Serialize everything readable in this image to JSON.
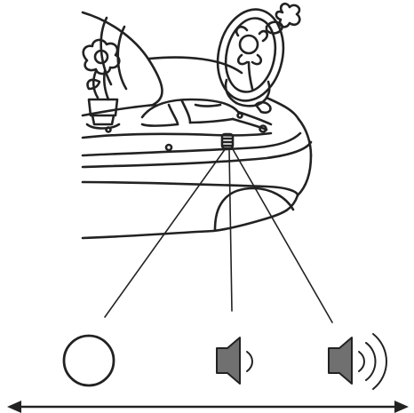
{
  "diagram": {
    "subject": "toy-base-volume-switch",
    "settings": [
      {
        "icon": "off-circle-icon",
        "level": 0
      },
      {
        "icon": "speaker-low-icon",
        "level": 1
      },
      {
        "icon": "speaker-high-icon",
        "level": 2
      }
    ]
  },
  "colors": {
    "stroke": "#222222",
    "background": "#ffffff",
    "speaker_fill": "#707070"
  }
}
